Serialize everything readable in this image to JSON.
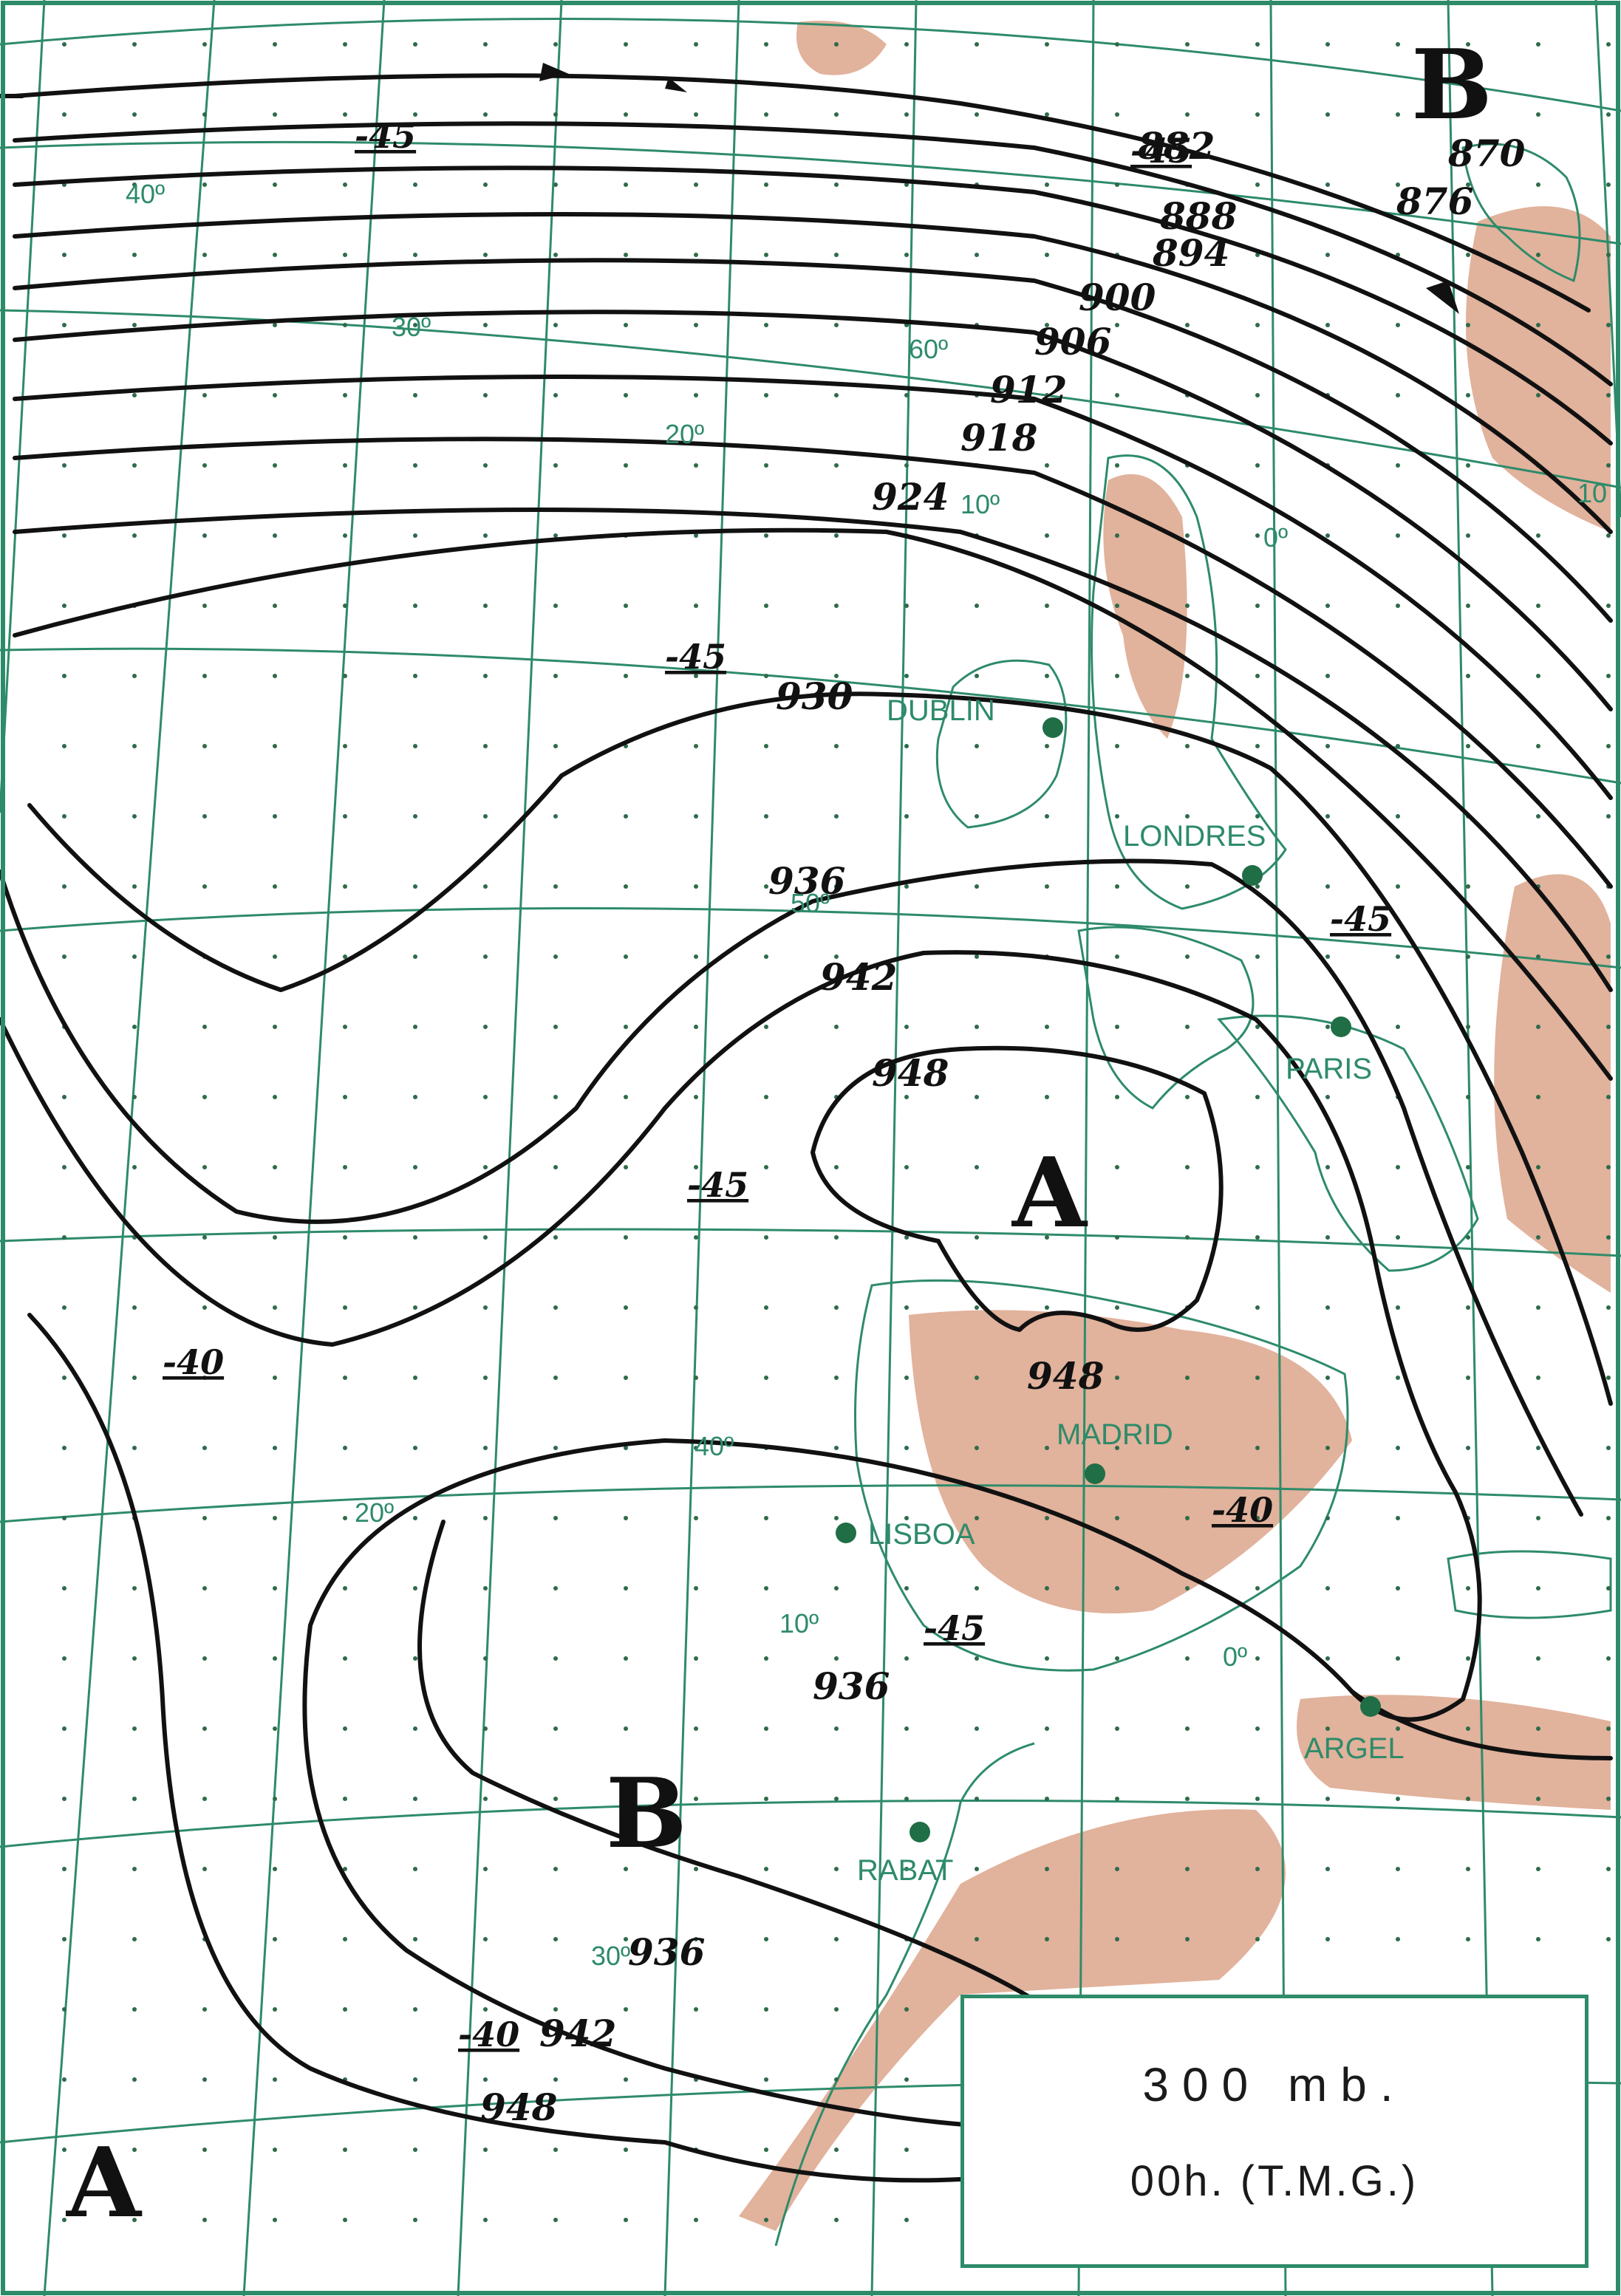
{
  "legend": {
    "level": "300 mb.",
    "time": "00h. (T.M.G.)"
  },
  "cities": [
    {
      "name": "DUBLIN"
    },
    {
      "name": "LONDRES"
    },
    {
      "name": "PARIS"
    },
    {
      "name": "MADRID"
    },
    {
      "name": "LISBOA"
    },
    {
      "name": "ARGEL"
    },
    {
      "name": "RABAT"
    }
  ],
  "grid_labels": [
    "40º",
    "30º",
    "20º",
    "60º",
    "10º",
    "0º",
    "50º",
    "40º",
    "20º",
    "10º",
    "0º",
    "30º",
    "10"
  ],
  "pressure_centers": [
    {
      "label": "B",
      "type": "low"
    },
    {
      "label": "A",
      "type": "high"
    },
    {
      "label": "B",
      "type": "low"
    },
    {
      "label": "A",
      "type": "high"
    }
  ],
  "isohypse_labels": [
    "882",
    "870",
    "876",
    "888",
    "894",
    "900",
    "906",
    "912",
    "918",
    "924",
    "930",
    "936",
    "942",
    "948",
    "948",
    "936",
    "936",
    "942",
    "948"
  ],
  "temperature_labels": [
    "-45",
    "-45",
    "-45",
    "-45",
    "-45",
    "-40",
    "-40",
    "-45",
    "-40"
  ],
  "colors": {
    "grid": "#2e8b6a",
    "isolines": "#111111",
    "relief": "#c8734a",
    "city_dot": "#1f6e46"
  }
}
